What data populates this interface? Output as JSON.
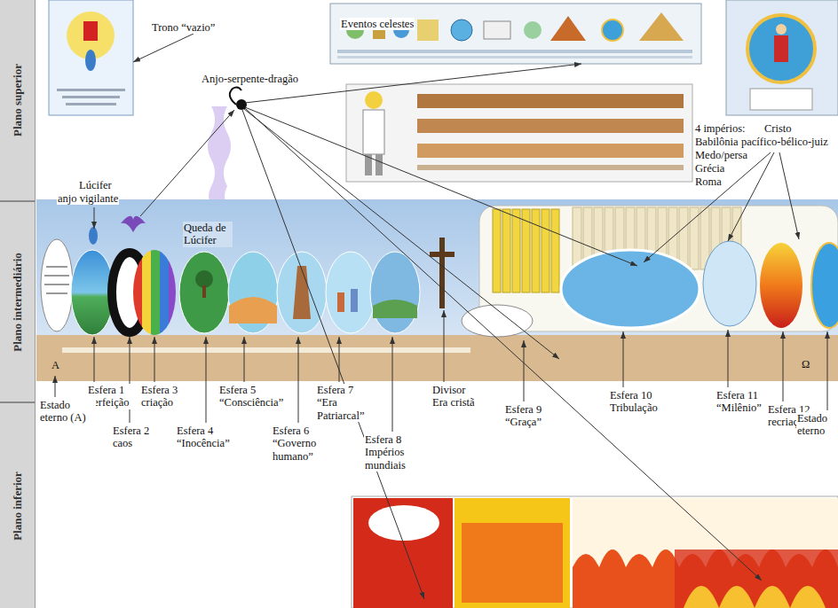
{
  "diagram": {
    "nodes": [
      {
        "text": [
          "Plano superior"
        ]
      },
      {
        "text": [
          "Plano intermediário"
        ]
      },
      {
        "text": [
          "Plano inferior"
        ]
      }
    ],
    "labels": [
      "Trono “vazio”",
      "Eventos celestes",
      "Anjo-serpente-dragão",
      "4 impérios:",
      "Babilônia",
      "Medo/persa",
      "Grécia",
      "Roma",
      "Cristo",
      "pacífico-bélico-juiz",
      "Lúcifer",
      "anjo vigilante",
      "Queda de Lúcifer",
      "A",
      "Ω",
      "Esfera 1 perfeição",
      "Esfera 3 criação",
      "Esfera 5 “Consciência”",
      "Esfera 7 “Era Patriarcal”",
      "Divisor Era cristã",
      "Esfera 9 “Graça”",
      "Esfera 10 Tribulação",
      "Esfera 11 “Milênio”",
      "Esfera 12 recriação",
      "Estado eterno (A)",
      "Esfera 2 caos",
      "Esfera 4 “Inocência”",
      "Esfera 6 “Governo humano”",
      "Esfera 8 Impérios mundiais",
      "Estado eterno"
    ]
  }
}
